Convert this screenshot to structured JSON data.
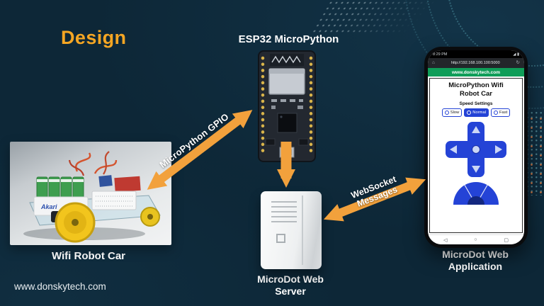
{
  "title": "Design",
  "footer": {
    "website": "www.donskytech.com"
  },
  "nodes": {
    "esp32": {
      "label": "ESP32 MicroPython"
    },
    "robot": {
      "label": "Wifi Robot Car",
      "battery_brand": "Akari"
    },
    "server": {
      "label_line1": "MicroDot Web",
      "label_line2": "Server"
    },
    "phone": {
      "label_line1": "MicroDot Web",
      "label_line2": "Application"
    }
  },
  "arrows": {
    "gpio": {
      "label": "MicroPython GPIO"
    },
    "websocket": {
      "label_line1": "WebSocket",
      "label_line2": "Messages"
    }
  },
  "phone_ui": {
    "status_time": "8:29 PM",
    "status_icons": "◢ ▮",
    "home_icon": "⌂",
    "refresh_icon": "↻",
    "address_url": "http://192.168.100.100:5000",
    "site_banner": "www.donskytech.com",
    "app_title_line1": "MicroPython Wifi",
    "app_title_line2": "Robot Car",
    "speed_settings_label": "Speed Settings",
    "speed_buttons": [
      {
        "label": "Slow"
      },
      {
        "label": "Normal"
      },
      {
        "label": "Fast"
      }
    ],
    "nav_icons": [
      "◁",
      "○",
      "▢"
    ]
  },
  "colors": {
    "background": "#0D2737",
    "accent_orange": "#F2A13C",
    "title_orange": "#F5A623",
    "app_blue": "#2443D6",
    "banner_green": "#0F9D58",
    "wheel_yellow": "#F2C51D"
  }
}
